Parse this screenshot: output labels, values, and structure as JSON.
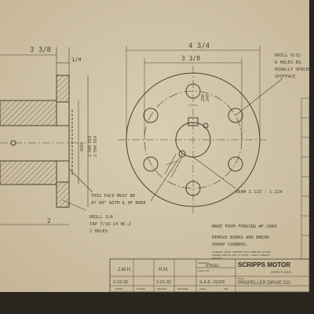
{
  "drawing": {
    "dims": {
      "flange_od": "3 3/8",
      "bolt_circle": "3 3/8",
      "overall": "4 3/4",
      "hub_length": "2",
      "small_1": "1/4",
      "bore_a": ".9565",
      "bore_b": "2.500 DIA",
      "bore_c": "2.500 DIA",
      "keyway_a": ".250",
      "keyway_b": ".248",
      "reaming": "REAM 1.123 - 1.124"
    },
    "notes": {
      "drill_right_1": "DRILL 9/32",
      "drill_right_2": "6 HOLES EQ.",
      "drill_right_3": "EQUALLY SPACED",
      "drill_right_4": "SPOTFACE",
      "face_1": "THIS FACE MUST BE",
      "face_2": "AT 90° WITH ℄ OF BORE",
      "drill_bottom_1": "DRILL 3/8",
      "drill_bottom_2": "TAP 7/16-14 NC-2",
      "drill_bottom_3": "2 HOLES",
      "forging": "MAKE FROM FORGING #F-2086",
      "burrs_1": "REMOVE BURRS AND BREAK",
      "burrs_2": "SHARP CORNERS.",
      "fine_1": "TOLERANCES UNLESS OTHERWISE NOTED DIMENSION LOCATING",
      "fine_2": "FINISHED SURFACES HELD TO WITHIN ± UNLESS OTHERWISE",
      "fine_3": "SPECIFIED"
    },
    "title_block": {
      "drawn_by": "J.W.H.",
      "checked_by": "R.M.",
      "material_label": "MATERIAL",
      "material": "STEEL",
      "date1": "3-19-32",
      "date2": "3-21-32",
      "analysis_label": "ANALYSIS",
      "analysis": "S.A.E. #1025",
      "company": "SCRIPPS MOTOR",
      "city": "DETROIT, MICH",
      "title_label": "TITLE",
      "title": "PROPELLER DRIVE CO",
      "scale_label": "SCALE",
      "row_drawn": "DRAWN",
      "row_traced": "TRACED",
      "row_checked": "CHECKED",
      "row_engineer": "ENGINEER",
      "row_scale": "SCALE",
      "row_size": "SIZE"
    },
    "colors": {
      "paper": "#d4c7ab",
      "ink": "#4a4134",
      "frame": "#2b2520"
    }
  }
}
